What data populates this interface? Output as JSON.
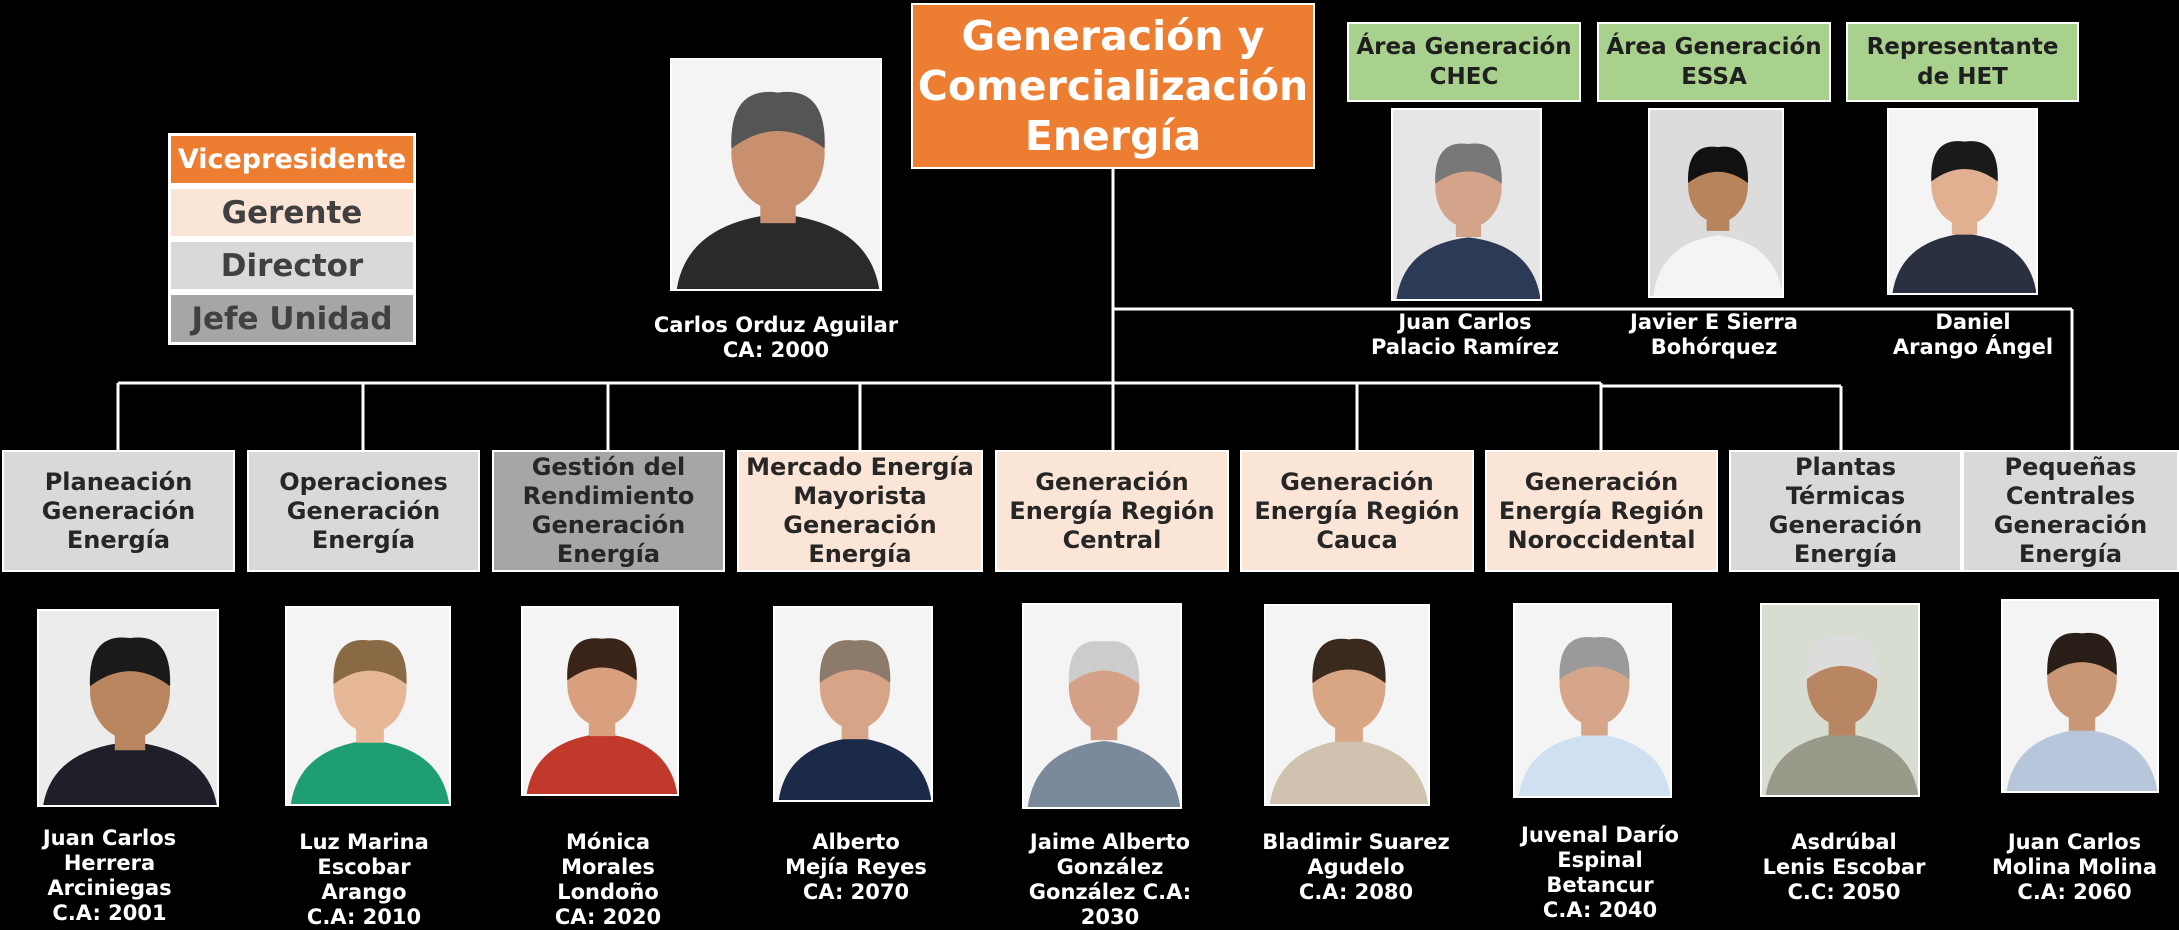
{
  "root": {
    "lines": [
      "Generación y",
      "Comercialización",
      "Energía"
    ]
  },
  "vp": {
    "name": "Carlos Orduz Aguilar",
    "code": "CA: 2000"
  },
  "legend": [
    {
      "label": "Vicepresidente",
      "color": "#ED7D31",
      "text_color": "#FFFFFF"
    },
    {
      "label": "Gerente",
      "color": "#FBE5D6",
      "text_color": "#404040"
    },
    {
      "label": "Director",
      "color": "#D9D9D9",
      "text_color": "#404040"
    },
    {
      "label": "Jefe Unidad",
      "color": "#A6A6A6",
      "text_color": "#404040"
    }
  ],
  "areas": [
    {
      "title_lines": [
        "Área Generación",
        "CHEC"
      ],
      "name_lines": [
        "Juan Carlos",
        "Palacio Ramírez"
      ]
    },
    {
      "title_lines": [
        "Área Generación",
        "ESSA"
      ],
      "name_lines": [
        "Javier E Sierra",
        "Bohórquez"
      ]
    },
    {
      "title_lines": [
        "Representante",
        "de HET"
      ],
      "name_lines": [
        "Daniel",
        "Arango Ángel"
      ]
    }
  ],
  "departments": [
    {
      "title_lines": [
        "Planeación",
        "Generación",
        "Energía"
      ],
      "level": "director",
      "name_lines": [
        "Juan Carlos",
        "Herrera",
        "Arciniegas",
        "C.A: 2001"
      ],
      "skin": "#b98660",
      "hair": "#1a1a1a",
      "shirt": "#1f1f2a",
      "bg": "#ececec"
    },
    {
      "title_lines": [
        "Operaciones",
        "Generación",
        "Energía"
      ],
      "level": "director",
      "name_lines": [
        "Luz Marina",
        "Escobar",
        "Arango",
        "C.A: 2010"
      ],
      "skin": "#e7b898",
      "hair": "#8a6a45",
      "shirt": "#1f9e72",
      "bg": "#f4f4f4"
    },
    {
      "title_lines": [
        "Gestión del",
        "Rendimiento",
        "Generación",
        "Energía"
      ],
      "level": "jefe",
      "name_lines": [
        "Mónica",
        "Morales",
        "Londoño",
        "CA: 2020"
      ],
      "skin": "#d9a080",
      "hair": "#3a2418",
      "shirt": "#c0392b",
      "bg": "#f4f4f4"
    },
    {
      "title_lines": [
        "Mercado Energía",
        "Mayorista",
        "Generación",
        "Energía"
      ],
      "level": "gerente",
      "name_lines": [
        "Alberto",
        "Mejía Reyes",
        "CA: 2070"
      ],
      "skin": "#d8a488",
      "hair": "#8c7a6a",
      "shirt": "#1c2a4a",
      "bg": "#f4f4f4"
    },
    {
      "title_lines": [
        "Generación",
        "Energía Región",
        "Central"
      ],
      "level": "gerente",
      "name_lines": [
        "Jaime Alberto",
        "González",
        "González C.A:",
        "2030"
      ],
      "skin": "#d4a086",
      "hair": "#cccccc",
      "shirt": "#7a8a9a",
      "bg": "#f4f4f4"
    },
    {
      "title_lines": [
        "Generación",
        "Energía Región",
        "Cauca"
      ],
      "level": "gerente",
      "name_lines": [
        "Bladimir Suarez",
        "Agudelo",
        "C.A: 2080"
      ],
      "skin": "#d8a585",
      "hair": "#3a2a1e",
      "shirt": "#cfc2ae",
      "bg": "#f4f4f4"
    },
    {
      "title_lines": [
        "Generación",
        "Energía Región",
        "Noroccidental"
      ],
      "level": "gerente",
      "name_lines": [
        "Juvenal Darío",
        "Espinal",
        "Betancur",
        "C.A: 2040"
      ],
      "skin": "#d6a68a",
      "hair": "#9a9a9a",
      "shirt": "#cfe0f0",
      "bg": "#f4f4f4"
    },
    {
      "title_lines": [
        "Plantas",
        "Térmicas",
        "Generación",
        "Energía"
      ],
      "level": "director",
      "name_lines": [
        "Asdrúbal",
        "Lenis Escobar",
        "C.C: 2050"
      ],
      "skin": "#b98663",
      "hair": "#dcdcdc",
      "shirt": "#9a9a8a",
      "bg": "#d8ddd2"
    },
    {
      "title_lines": [
        "Pequeñas",
        "Centrales",
        "Generación",
        "Energía"
      ],
      "level": "director",
      "name_lines": [
        "Juan Carlos",
        "Molina Molina",
        "C.A: 2060"
      ],
      "skin": "#c99676",
      "hair": "#2a1e18",
      "shirt": "#b8c6dc",
      "bg": "#f4f4f4"
    }
  ],
  "vp_photo": {
    "skin": "#c8906e",
    "hair": "#555555",
    "shirt": "#2a2a2a",
    "bg": "#f4f4f4"
  },
  "area_photos": [
    {
      "skin": "#d4a48a",
      "hair": "#777777",
      "shirt": "#2c3a55",
      "bg": "#e6e6e6"
    },
    {
      "skin": "#b8845c",
      "hair": "#111111",
      "shirt": "#f4f4f4",
      "bg": "#dcdcdc"
    },
    {
      "skin": "#e0b090",
      "hair": "#1a1a1a",
      "shirt": "#2a3040",
      "bg": "#f4f4f4"
    }
  ]
}
